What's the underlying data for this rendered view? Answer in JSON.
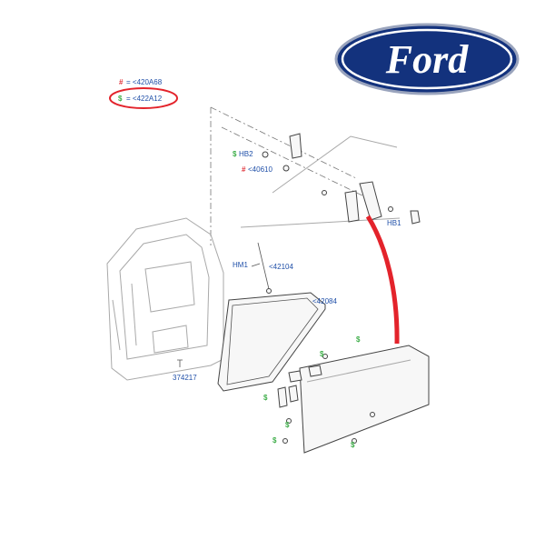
{
  "brand": {
    "logo_text": "Ford",
    "logo_fill": "#13327d",
    "logo_ring": "#ffffff"
  },
  "legend": {
    "hash_symbol": "#",
    "hash_text": "= <420A68",
    "dollar_symbol": "$",
    "dollar_text": "= <422A12",
    "highlight_color": "#e3232b"
  },
  "callouts": {
    "hb2": "HB2",
    "p40610": "<40610",
    "hb1": "HB1",
    "hm1": "HM1",
    "p42104": "<42104",
    "p42084": "<42084",
    "p374217": "374217"
  },
  "markers": {
    "hash": "#",
    "dollar": "$"
  },
  "colors": {
    "label_blue": "#1f4fa8",
    "hash_red": "#e0323a",
    "dollar_green": "#3fae4a",
    "arrow_red": "#e3232b"
  }
}
